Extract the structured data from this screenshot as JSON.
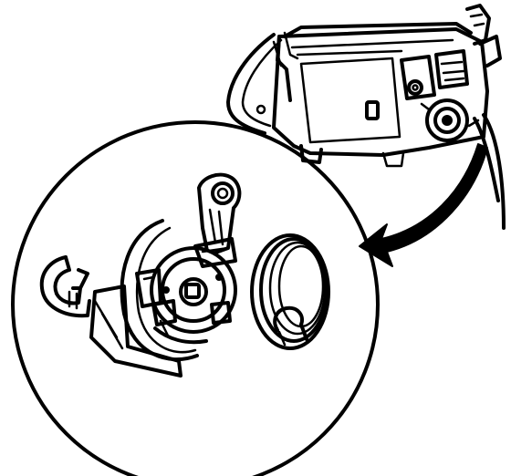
{
  "diagram": {
    "kind": "exploded-view line illustration",
    "colors": {
      "ink": "#000000",
      "paper": "#ffffff"
    },
    "parts": [
      "door-handle-assembly",
      "detail-magnifier-circle",
      "callout-arrow",
      "retaining-clip",
      "lever-and-bellcrank",
      "return-spring"
    ]
  }
}
